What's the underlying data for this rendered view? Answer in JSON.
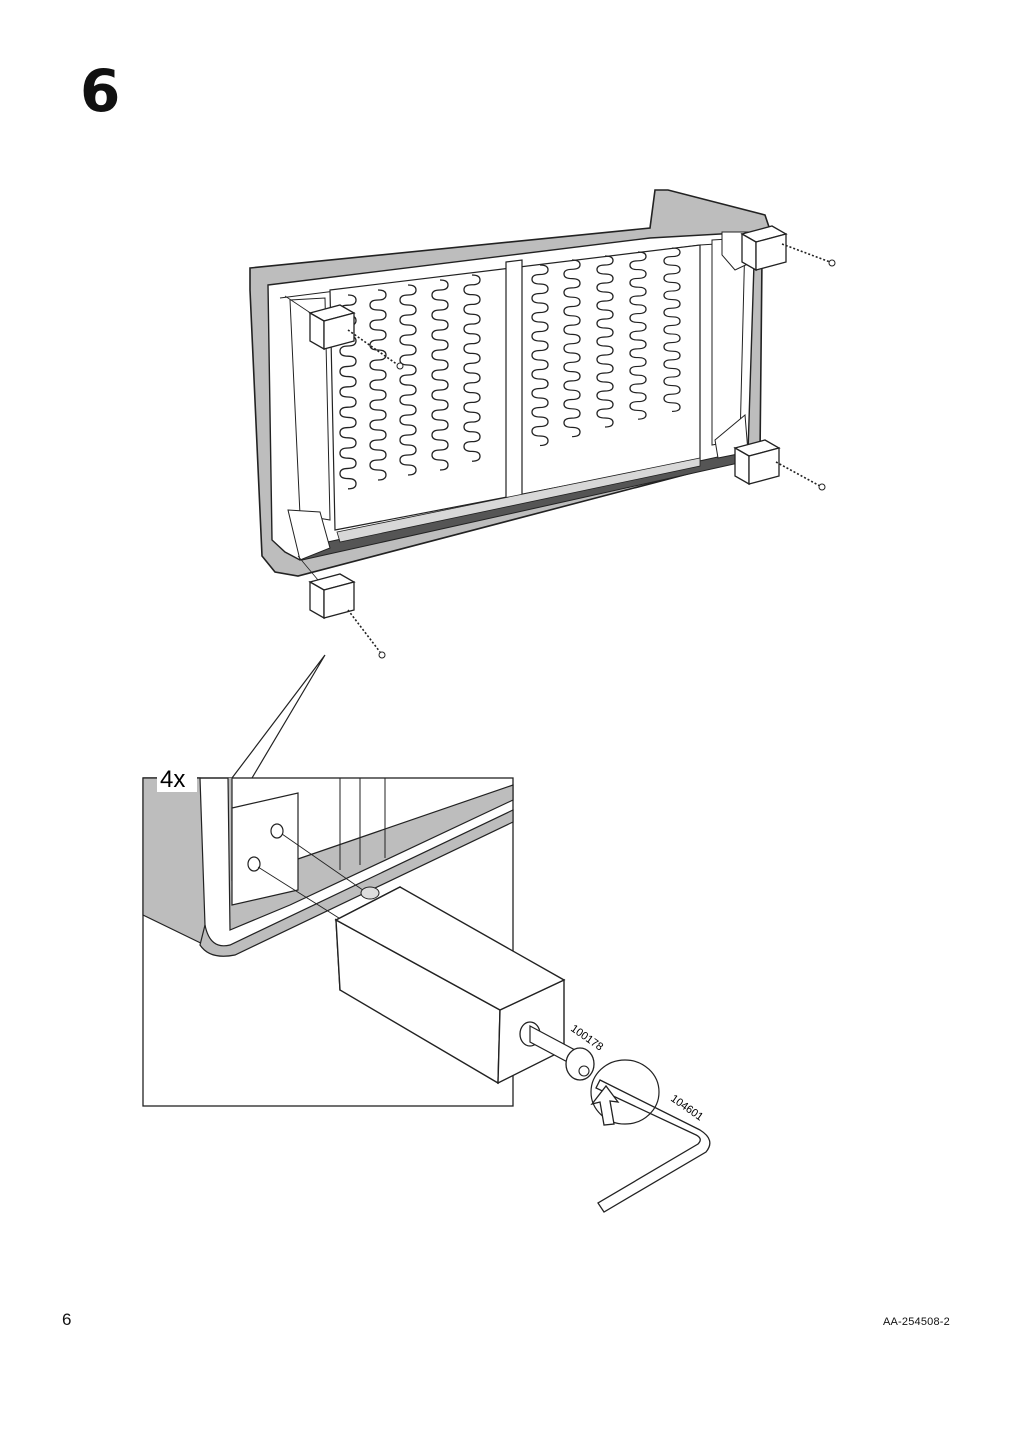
{
  "step": {
    "number": "6"
  },
  "detail": {
    "quantity": "4x"
  },
  "parts": {
    "bolt_code": "100178",
    "allen_key_code": "104601"
  },
  "footer": {
    "page_number": "6",
    "document_code": "AA-254508-2"
  }
}
